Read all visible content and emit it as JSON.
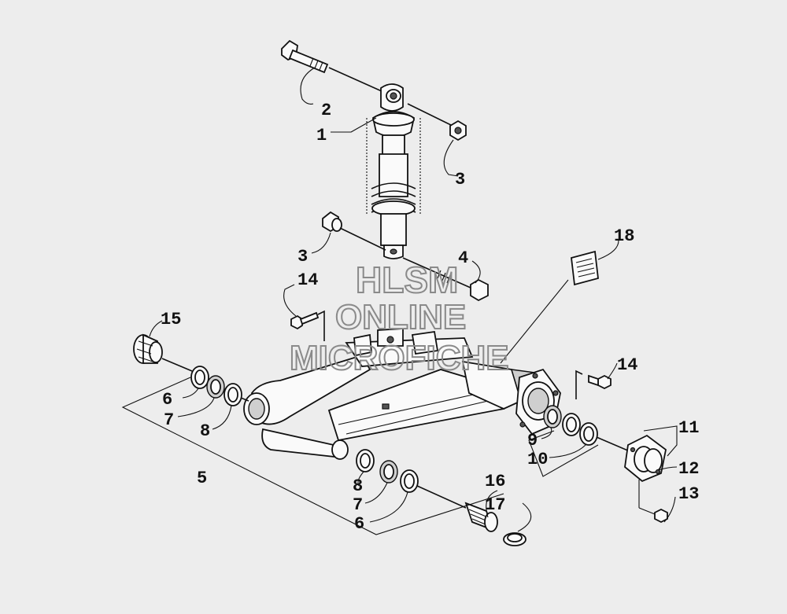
{
  "watermark": {
    "line1": "HLSM",
    "line2": "ONLINE",
    "line3": "MICROFICHE"
  },
  "callouts": [
    "1",
    "2",
    "3",
    "3",
    "4",
    "5",
    "6",
    "7",
    "8",
    "6",
    "7",
    "8",
    "9",
    "10",
    "11",
    "12",
    "13",
    "14",
    "14",
    "15",
    "16",
    "17",
    "18"
  ],
  "icons": [
    "bolt-icon",
    "shock-absorber-icon",
    "nut-icon",
    "swing-arm-icon",
    "bearing-icon",
    "seal-icon",
    "decal-icon",
    "plate-icon"
  ]
}
